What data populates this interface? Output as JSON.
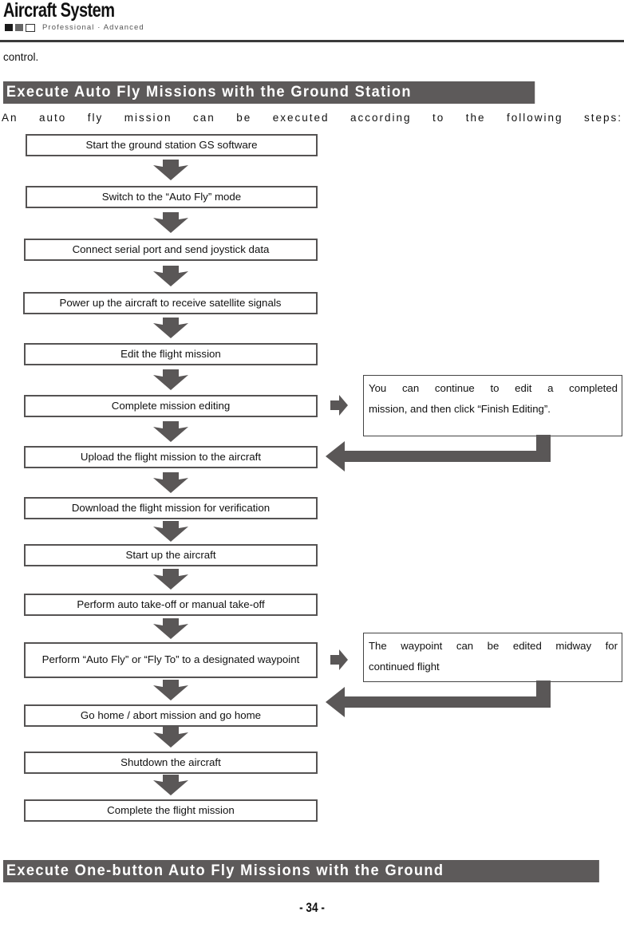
{
  "header": {
    "logo_title": "Aircraft System",
    "logo_subtitle": "Professional · Advanced",
    "square_icons": [
      "square-filled-black",
      "square-filled-gray",
      "square-outline"
    ]
  },
  "body": {
    "continued_line": "control.",
    "intro_line": "An auto fly mission can be executed according to the following steps:"
  },
  "sections": {
    "heading_1": "Execute Auto Fly Missions with the Ground Station",
    "heading_2": "Execute One-button Auto Fly Missions with the Ground",
    "heading_bg": "#5d5a5a",
    "heading_fg": "#ffffff"
  },
  "flowchart": {
    "box_border_color": "#555353",
    "arrow_color": "#5a5757",
    "steps": [
      {
        "label": "Start the ground station GS software"
      },
      {
        "label": "Switch to the “Auto Fly” mode"
      },
      {
        "label": "Connect serial port and send joystick data"
      },
      {
        "label": "Power up the aircraft to receive satellite signals"
      },
      {
        "label": "Edit the flight mission"
      },
      {
        "label": "Complete mission editing"
      },
      {
        "label": "Upload the flight mission to the aircraft"
      },
      {
        "label": "Download the flight mission for verification"
      },
      {
        "label": "Start up the aircraft"
      },
      {
        "label": "Perform auto take-off or manual take-off"
      },
      {
        "label": "Perform “Auto Fly” or “Fly To” to a designated waypoint"
      },
      {
        "label": "Go home / abort mission and go home"
      },
      {
        "label": "Shutdown the aircraft"
      },
      {
        "label": "Complete the flight mission"
      }
    ],
    "notes": [
      {
        "line1": "You can continue to edit a completed",
        "line2": "mission, and then click “Finish Editing”."
      },
      {
        "line1": "The waypoint can be edited midway for",
        "line2": "continued flight"
      }
    ]
  },
  "footer": {
    "page_number": "- 34 -"
  }
}
